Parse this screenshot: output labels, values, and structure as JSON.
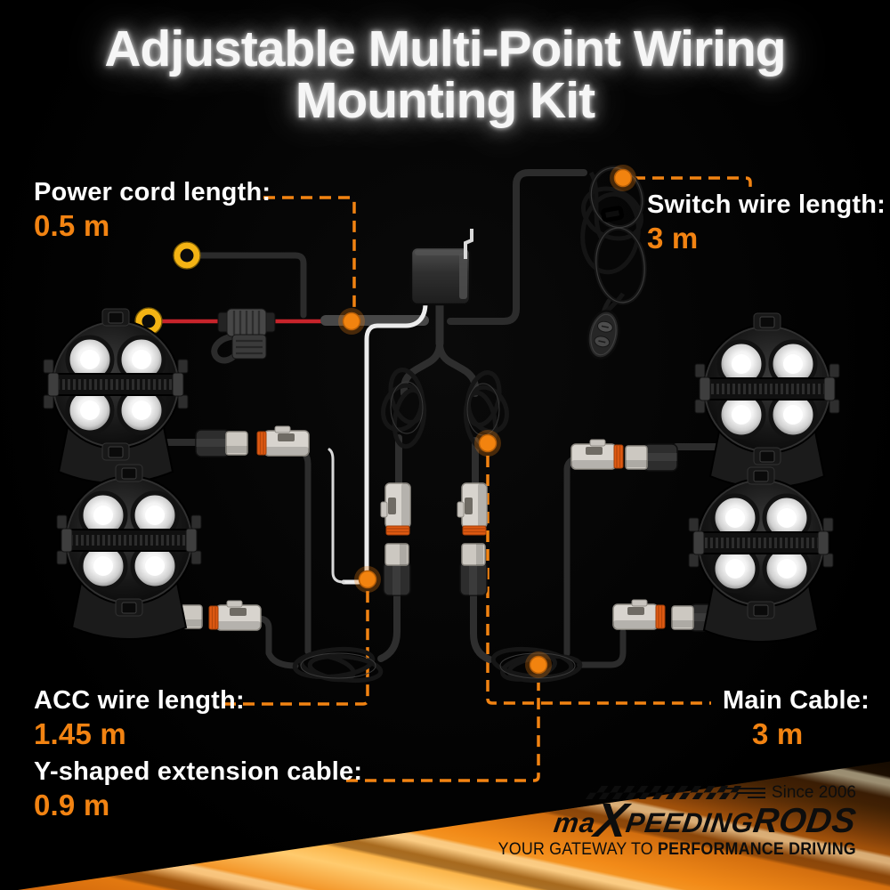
{
  "title": {
    "line1": "Adjustable Multi-Point Wiring",
    "line2": "Mounting Kit"
  },
  "callouts": {
    "power_cord": {
      "label": "Power cord length:",
      "value": "0.5 m"
    },
    "switch_wire": {
      "label": "Switch wire length:",
      "value": "3 m"
    },
    "acc_wire": {
      "label": "ACC wire length:",
      "value": "1.45 m"
    },
    "main_cable": {
      "label": "Main Cable:",
      "value": "3 m"
    },
    "y_cable": {
      "label": "Y-shaped extension cable:",
      "value": "0.9 m"
    }
  },
  "brand": {
    "since": "Since 2006",
    "logo_ma": "ma",
    "logo_x": "X",
    "logo_peeding": "peeding",
    "logo_rods": "RODS",
    "tagline_regular": "YOUR GATEWAY TO ",
    "tagline_bold": "PERFORMANCE DRIVING"
  },
  "colors": {
    "background": "#000000",
    "accent_orange": "#F28312",
    "label_white": "#FFFFFF",
    "wire_red": "#C7242B",
    "terminal_yellow": "#F4B414",
    "flare_orange": "#F28A18"
  }
}
